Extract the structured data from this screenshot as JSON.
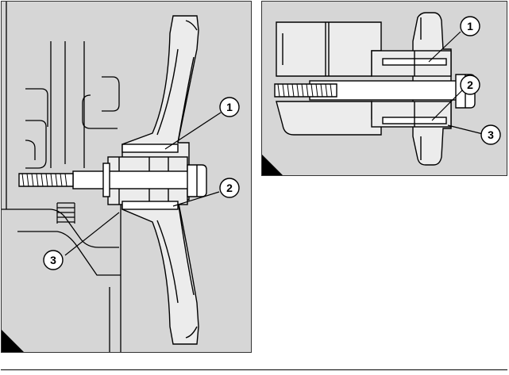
{
  "left_view": {
    "callouts": [
      {
        "number": "1"
      },
      {
        "number": "2"
      },
      {
        "number": "3"
      }
    ]
  },
  "right_view": {
    "callouts": [
      {
        "number": "1"
      },
      {
        "number": "2"
      },
      {
        "number": "3"
      }
    ]
  }
}
